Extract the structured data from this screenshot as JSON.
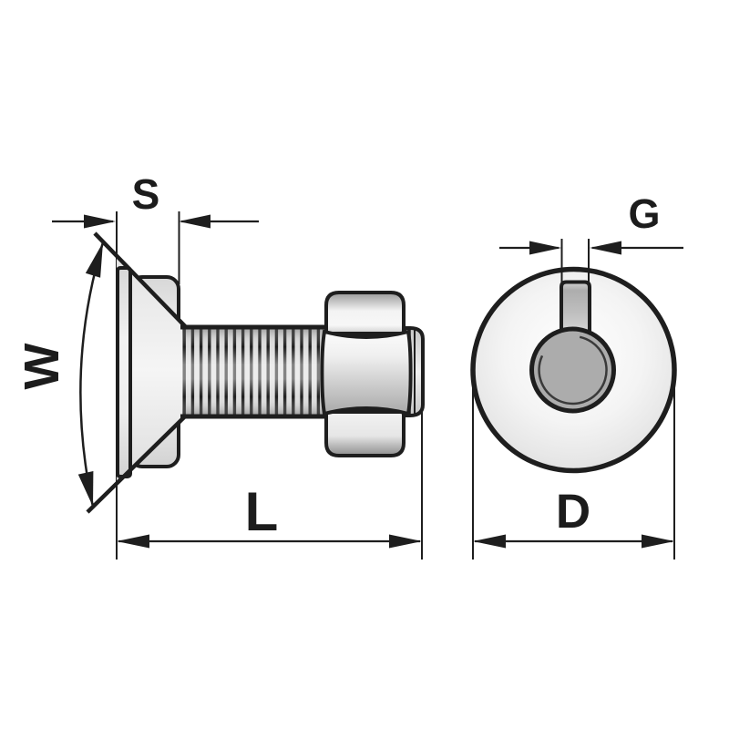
{
  "drawing": {
    "kind": "technical-dimension-drawing",
    "subject": "countersunk nib plow bolt with hex nut, side view and head end view",
    "labels": {
      "head_depth": "S",
      "head_angle": "W",
      "bolt_length": "L",
      "nib_width": "G",
      "head_diameter": "D"
    },
    "colors": {
      "line": "#1e1e1e",
      "background": "#ffffff",
      "metal_light": "#f4f4f4",
      "metal_mid": "#d6d6d6",
      "metal_dark": "#ababab"
    }
  }
}
